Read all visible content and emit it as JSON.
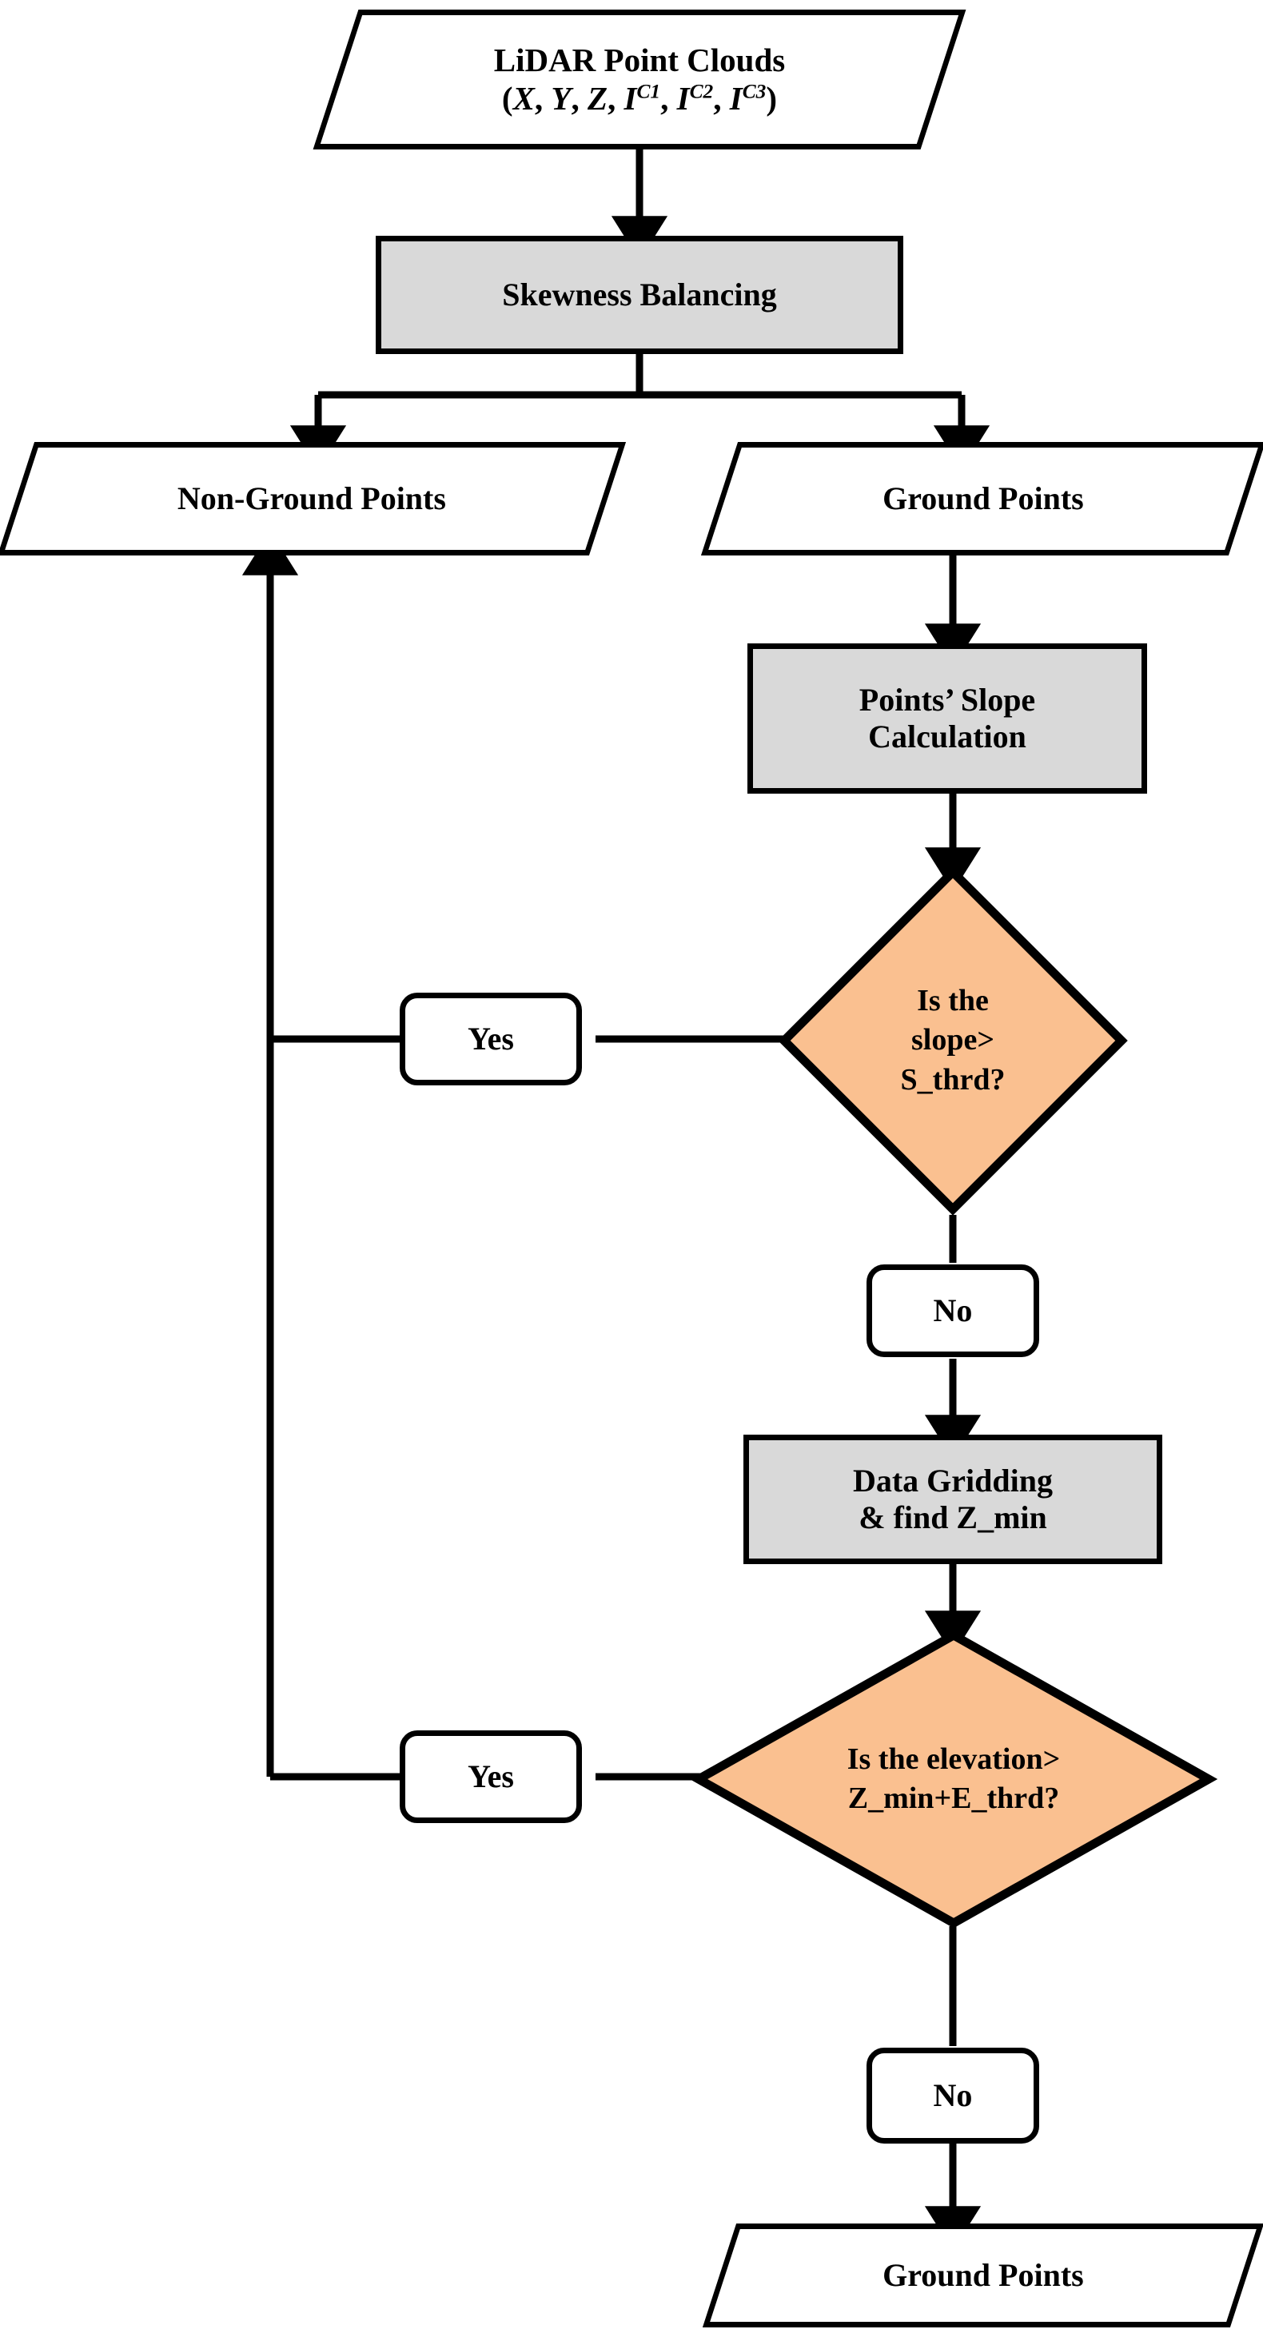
{
  "diagram": {
    "title": "LiDAR ground point filtering flowchart",
    "colors": {
      "process_fill": "#D9D9D9",
      "decision_fill": "#FAC090",
      "stroke": "#000000",
      "io_fill": "#FFFFFF"
    },
    "nodes": {
      "input_cloud": {
        "type": "io",
        "line1": "LiDAR Point Clouds",
        "line2_prefix": "(",
        "vars": [
          "X",
          "Y",
          "Z"
        ],
        "intensities": [
          "C1",
          "C2",
          "C3"
        ],
        "line2": "(X, Y, Z, I C1, I C2, I C3)"
      },
      "skewness_balancing": {
        "type": "process",
        "label": "Skewness Balancing"
      },
      "non_ground_points": {
        "type": "io",
        "label": "Non-Ground Points"
      },
      "ground_points_top": {
        "type": "io",
        "label": "Ground Points"
      },
      "slope_calculation": {
        "type": "process",
        "line1": "Points’ Slope",
        "line2": "Calculation"
      },
      "slope_decision": {
        "type": "decision",
        "line1": "Is the",
        "line2": "slope>",
        "line3": "S_thrd?"
      },
      "slope_yes": {
        "type": "pill",
        "label": "Yes"
      },
      "slope_no": {
        "type": "pill",
        "label": "No"
      },
      "data_gridding": {
        "type": "process",
        "line1": "Data Gridding",
        "line2": "& find Z_min"
      },
      "elevation_decision": {
        "type": "decision",
        "line1": "Is the elevation>",
        "line2": "Z_min+E_thrd?"
      },
      "elevation_yes": {
        "type": "pill",
        "label": "Yes"
      },
      "elevation_no": {
        "type": "pill",
        "label": "No"
      },
      "ground_points_final": {
        "type": "io",
        "label": "Ground Points"
      }
    }
  }
}
